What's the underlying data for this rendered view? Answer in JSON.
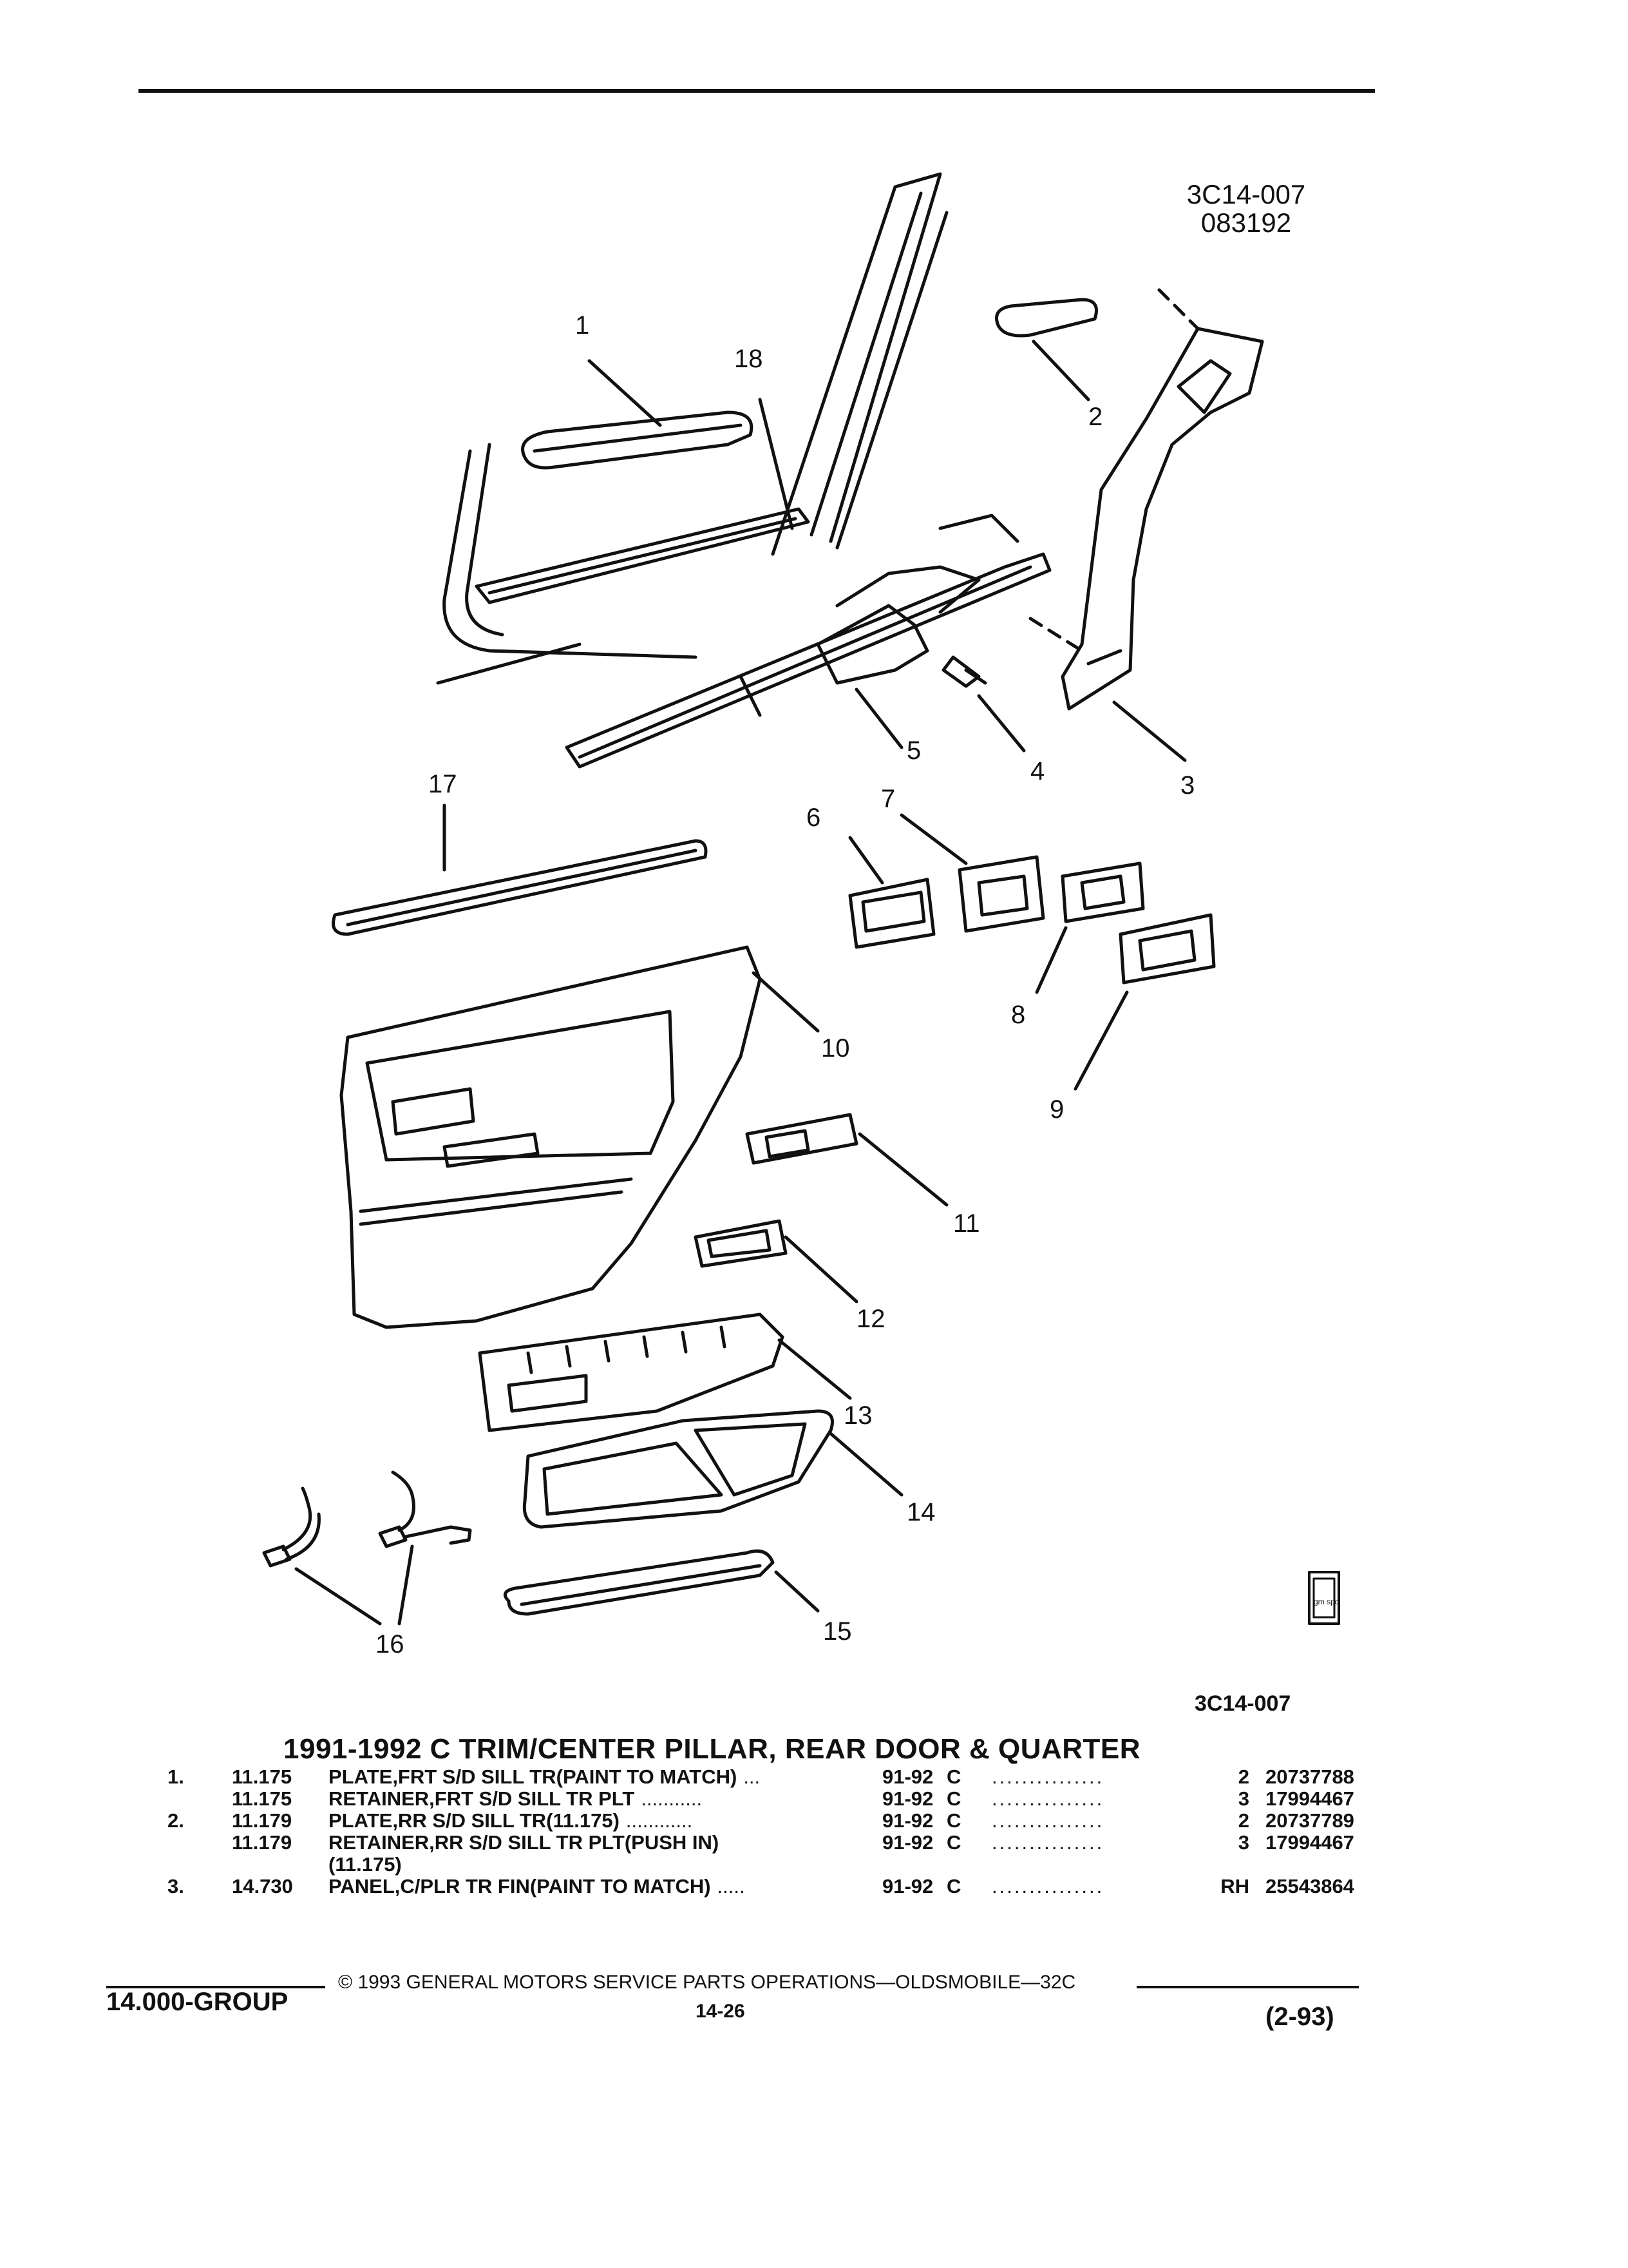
{
  "header": {
    "drawing_id": "3C14-007",
    "drawing_date": "083192"
  },
  "diagram": {
    "callouts": [
      "1",
      "2",
      "3",
      "4",
      "5",
      "6",
      "7",
      "8",
      "9",
      "10",
      "11",
      "12",
      "13",
      "14",
      "15",
      "16",
      "17",
      "18"
    ],
    "logo_text": "gm spo"
  },
  "ref_code": "3C14-007",
  "title": "1991-1992 C TRIM/CENTER PILLAR, REAR DOOR & QUARTER",
  "parts": [
    {
      "no": "1.",
      "code": "11.175",
      "name": "PLATE",
      "desc": ",FRT S/D SILL TR(PAINT TO MATCH)",
      "lead": "...",
      "years": "91-92",
      "series": "C",
      "qty": "2",
      "part": "20737788"
    },
    {
      "no": "",
      "code": "11.175",
      "name": "RETAINER",
      "desc": ",FRT S/D SILL TR PLT",
      "lead": "...........",
      "years": "91-92",
      "series": "C",
      "qty": "3",
      "part": "17994467"
    },
    {
      "no": "2.",
      "code": "11.179",
      "name": "PLATE",
      "desc": ",RR S/D SILL TR(11.175)",
      "lead": "............",
      "years": "91-92",
      "series": "C",
      "qty": "2",
      "part": "20737789"
    },
    {
      "no": "",
      "code": "11.179",
      "name": "RETAINER",
      "desc": ",RR S/D SILL TR PLT(PUSH IN)",
      "lead": "",
      "years": "91-92",
      "series": "C",
      "qty": "3",
      "part": "17994467"
    },
    {
      "no": "",
      "code": "",
      "name": "",
      "desc": "(11.175)",
      "lead": "",
      "years": "",
      "series": "",
      "qty": "",
      "part": ""
    },
    {
      "no": "3.",
      "code": "14.730",
      "name": "PANEL",
      "desc": ",C/PLR TR FIN(PAINT TO MATCH)",
      "lead": ".....",
      "years": "91-92",
      "series": "C",
      "qty": "RH",
      "part": "25543864"
    }
  ],
  "dot_leader": "...............",
  "footer": {
    "copyright": "© 1993 GENERAL MOTORS SERVICE PARTS OPERATIONS—OLDSMOBILE—32C",
    "group": "14.000-GROUP",
    "page": "14-26",
    "date_code": "(2-93)"
  }
}
